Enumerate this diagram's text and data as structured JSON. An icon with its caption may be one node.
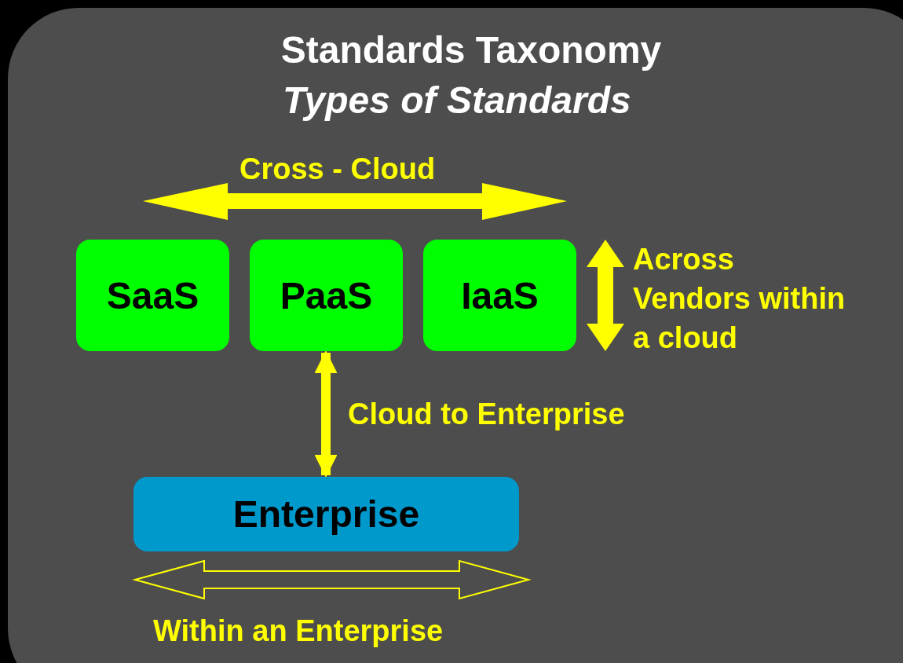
{
  "diagram": {
    "title": "Standards Taxonomy",
    "nodes": [
      {
        "text": [
          "SaaS"
        ]
      },
      {
        "text": [
          "PaaS"
        ]
      },
      {
        "text": [
          "IaaS"
        ]
      },
      {
        "text": [
          "Enterprise"
        ]
      }
    ],
    "edges": [
      {
        "from": 1,
        "to": 3,
        "arrow": "both",
        "label": "Cloud to Enterprise"
      }
    ],
    "labels": [
      "Types of Standards",
      "Cross - Cloud",
      "Across Vendors within a cloud",
      "Within an Enterprise"
    ]
  }
}
